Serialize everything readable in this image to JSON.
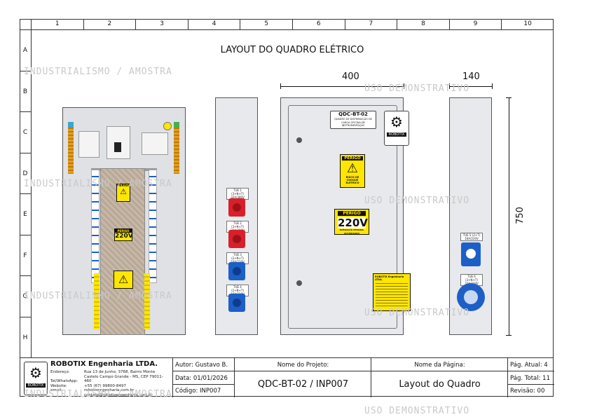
{
  "columns": [
    "1",
    "2",
    "3",
    "4",
    "5",
    "6",
    "7",
    "8",
    "9",
    "10"
  ],
  "rows": [
    "A",
    "B",
    "C",
    "D",
    "E",
    "F",
    "G",
    "H"
  ],
  "drawing_title": "LAYOUT DO QUADRO ELÉTRICO",
  "watermarks": [
    "INDUSTRIALISMO / AMOSTRA",
    "USO DEMONSTRATIVO"
  ],
  "dimensions": {
    "width": "400",
    "side_width": "140",
    "height": "750"
  },
  "front_door": {
    "plate_code": "QDC-BT-02",
    "plate_desc": "QUADRO DE DISTRIBUIÇÃO DE CARGA OFICINA DE INSTRUMENTAÇÃO",
    "brand": "ROBOTIX",
    "warning_title": "PERIGO",
    "warning_text": "RISCO DE CHOQUE ELÉTRICO",
    "voltage_title": "PERIGO",
    "voltage": "220V",
    "voltage_sub": "OPERAÇÃO PESSOAL AUTORIZADO",
    "nameplate_title": "ROBOTIX Engenharia LTDA."
  },
  "left_side": {
    "socket_labels": [
      "TUE 1 (3+N+T) 32A/380V",
      "TUE 2 (3+N+T) 32A/380V",
      "TUE 3 (2+N+T) 16A/220V",
      "TUE 4 (2+N+T) 16A/220V"
    ],
    "socket_colors": [
      "#d8202c",
      "#d8202c",
      "#1d5fc7",
      "#1d5fc7"
    ]
  },
  "right_side": {
    "socket_labels": [
      "TUE 5 (2+T) 16A/220V",
      "TUE 6 (3+N+T) 32A/220V"
    ]
  },
  "interior": {
    "warning_title": "PERIGO",
    "voltage_title": "PERIGO",
    "voltage": "220V"
  },
  "title_block": {
    "company": "ROBOTIX Engenharia LTDA.",
    "logo_text": "ROBOTIX",
    "address_label": "Endereço:",
    "address": "Rua 13 de Junho, 3768, Bairro Monte Castelo Campo Grande - MS, CEP 79011-460",
    "phone_label": "Tel/WhatsApp:",
    "phone": "+55 (67) 99800-8497",
    "website_label": "Website:",
    "website": "robotixengenharia.com.br",
    "email_label": "email:",
    "email": "contato@robotixengenharia.com.br",
    "author": "Autor: Gustavo B.",
    "date": "Data: 01/01/2026",
    "code": "Código: INP007",
    "project_name_label": "Nome do Projeto:",
    "project_name": "QDC-BT-02 / INP007",
    "page_name_label": "Nome da Página:",
    "page_name": "Layout do Quadro",
    "page_current": "Pág. Atual: 4",
    "page_total": "Pág. Total: 11",
    "revision": "Revisão: 00"
  },
  "colors": {
    "accent_yellow": "#ffe600",
    "socket_red": "#d8202c",
    "socket_blue": "#1d5fc7",
    "panel_gray": "#e7e9ec"
  }
}
